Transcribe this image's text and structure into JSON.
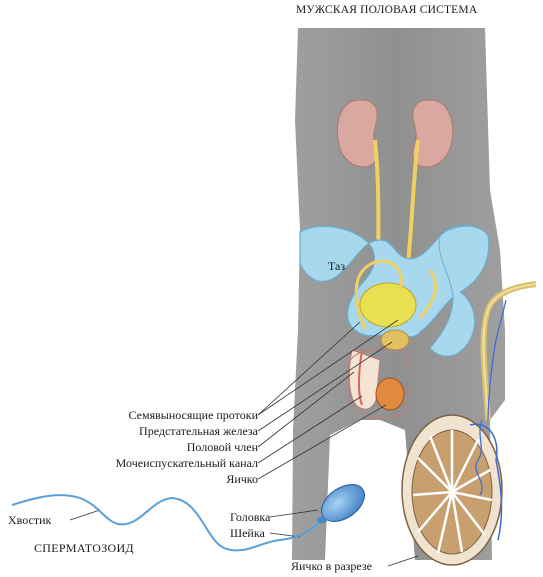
{
  "title": "МУЖСКАЯ ПОЛОВАЯ СИСТЕМА",
  "labels": {
    "pelvis": "Таз",
    "vas_deferens": "Семявыносящие протоки",
    "prostate": "Предстательная железа",
    "penis": "Половой член",
    "urethra": "Мочеиспускательный канал",
    "testis": "Яичко",
    "tail": "Хвостик",
    "sperm": "СПЕРМАТОЗОИД",
    "head": "Головка",
    "neck": "Шейка",
    "testis_section": "Яичко в разрезе"
  },
  "colors": {
    "body": "#8c8c8c",
    "kidney": "#d9a8a0",
    "duct": "#f0d060",
    "pelvis": "#a8d8ee",
    "bladder": "#e8e050",
    "sperm": "#5aa0d8",
    "testis_section": "#b07048"
  }
}
